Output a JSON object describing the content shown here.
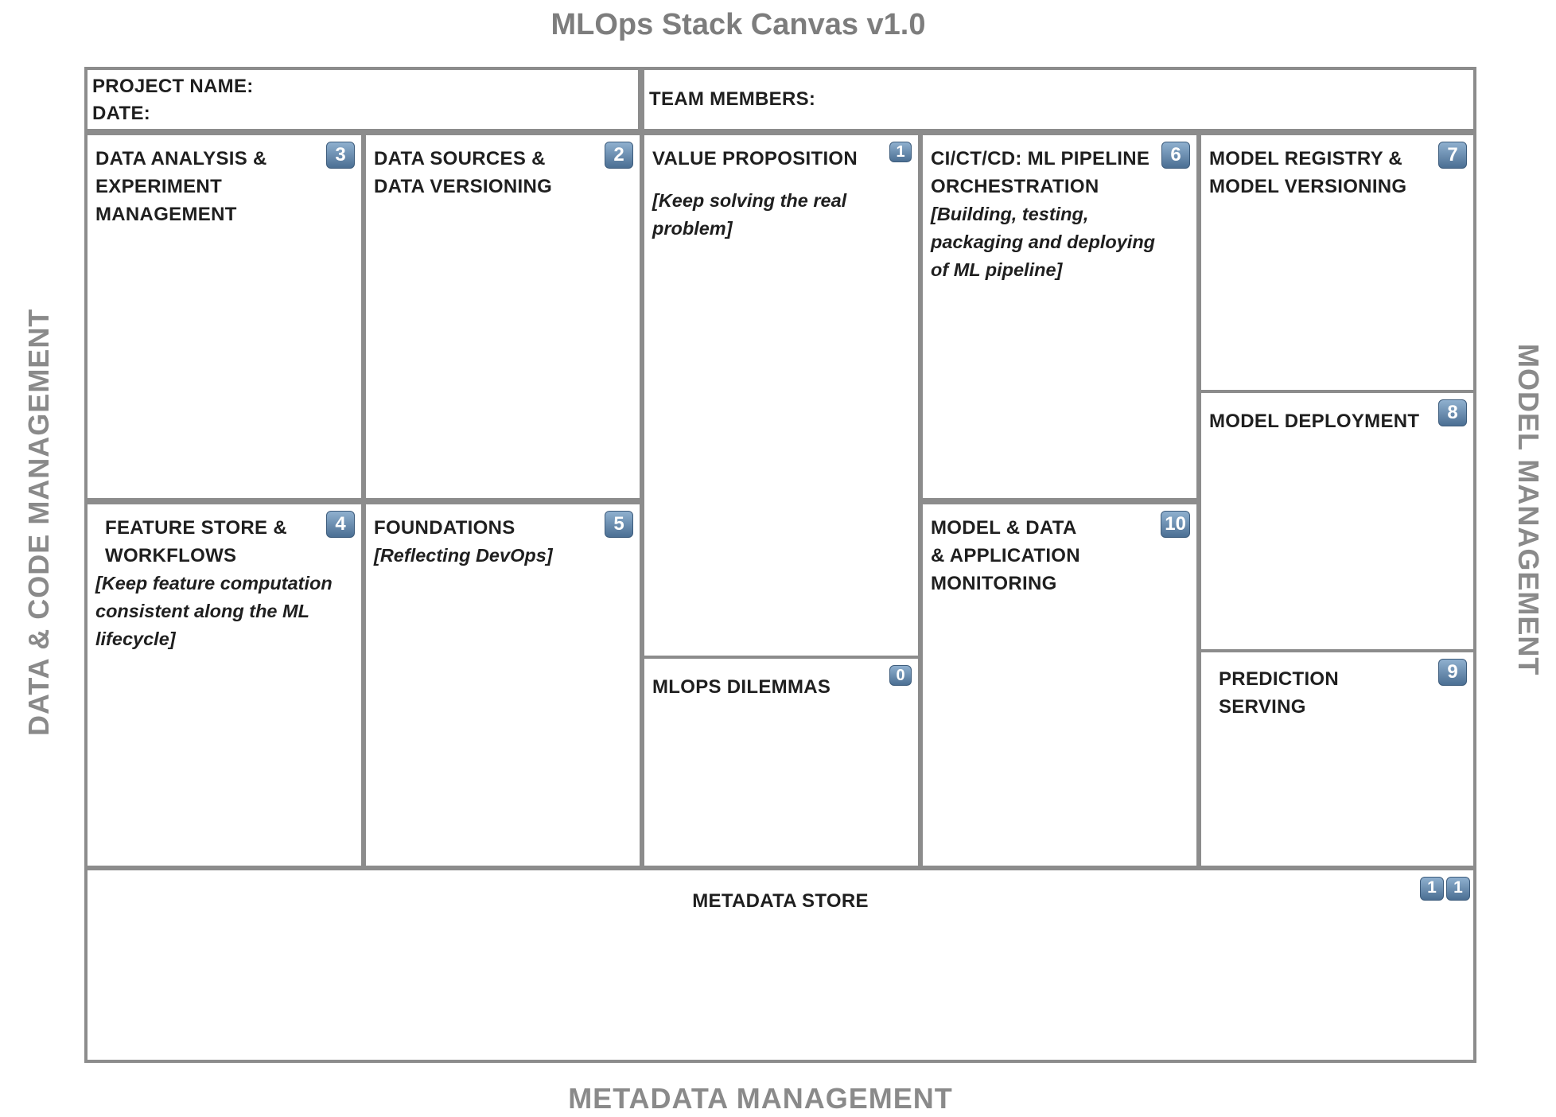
{
  "title": "MLOps Stack Canvas v1.0",
  "labels": {
    "left": "DATA & CODE MANAGEMENT",
    "right": "MODEL MANAGEMENT",
    "bottom": "METADATA MANAGEMENT"
  },
  "header": {
    "project_name": "PROJECT NAME:",
    "date": "DATE:",
    "team_members": "TEAM MEMBERS:"
  },
  "blocks": {
    "data_analysis": {
      "number": "3",
      "title": "DATA ANALYSIS & EXPERIMENT MANAGEMENT"
    },
    "data_sources": {
      "number": "2",
      "title": "DATA SOURCES & DATA VERSIONING"
    },
    "value_proposition": {
      "number": "1",
      "title": "VALUE PROPOSITION",
      "subtitle": "[Keep solving the real problem]"
    },
    "ci_ct_cd": {
      "number": "6",
      "title": "CI/CT/CD: ML PIPELINE ORCHESTRATION",
      "subtitle": "[Building, testing, packaging and deploying of ML pipeline]"
    },
    "model_registry": {
      "number": "7",
      "title": "MODEL REGISTRY & MODEL VERSIONING"
    },
    "model_deployment": {
      "number": "8",
      "title": "MODEL DEPLOYMENT"
    },
    "feature_store": {
      "number": "4",
      "title": "FEATURE STORE & WORKFLOWS",
      "subtitle": "[Keep feature computation consistent along the ML lifecycle]"
    },
    "foundations": {
      "number": "5",
      "title": "FOUNDATIONS",
      "subtitle": "[Reflecting DevOps]"
    },
    "monitoring": {
      "number": "10",
      "title": "MODEL & DATA & APPLICATION MONITORING"
    },
    "mlops_dilemmas": {
      "number": "0",
      "title": "MLOPS DILEMMAS"
    },
    "prediction_serving": {
      "number": "9",
      "title": "PREDICTION SERVING"
    },
    "metadata_store": {
      "number_digits": [
        "1",
        "1"
      ],
      "title": "METADATA STORE"
    }
  }
}
